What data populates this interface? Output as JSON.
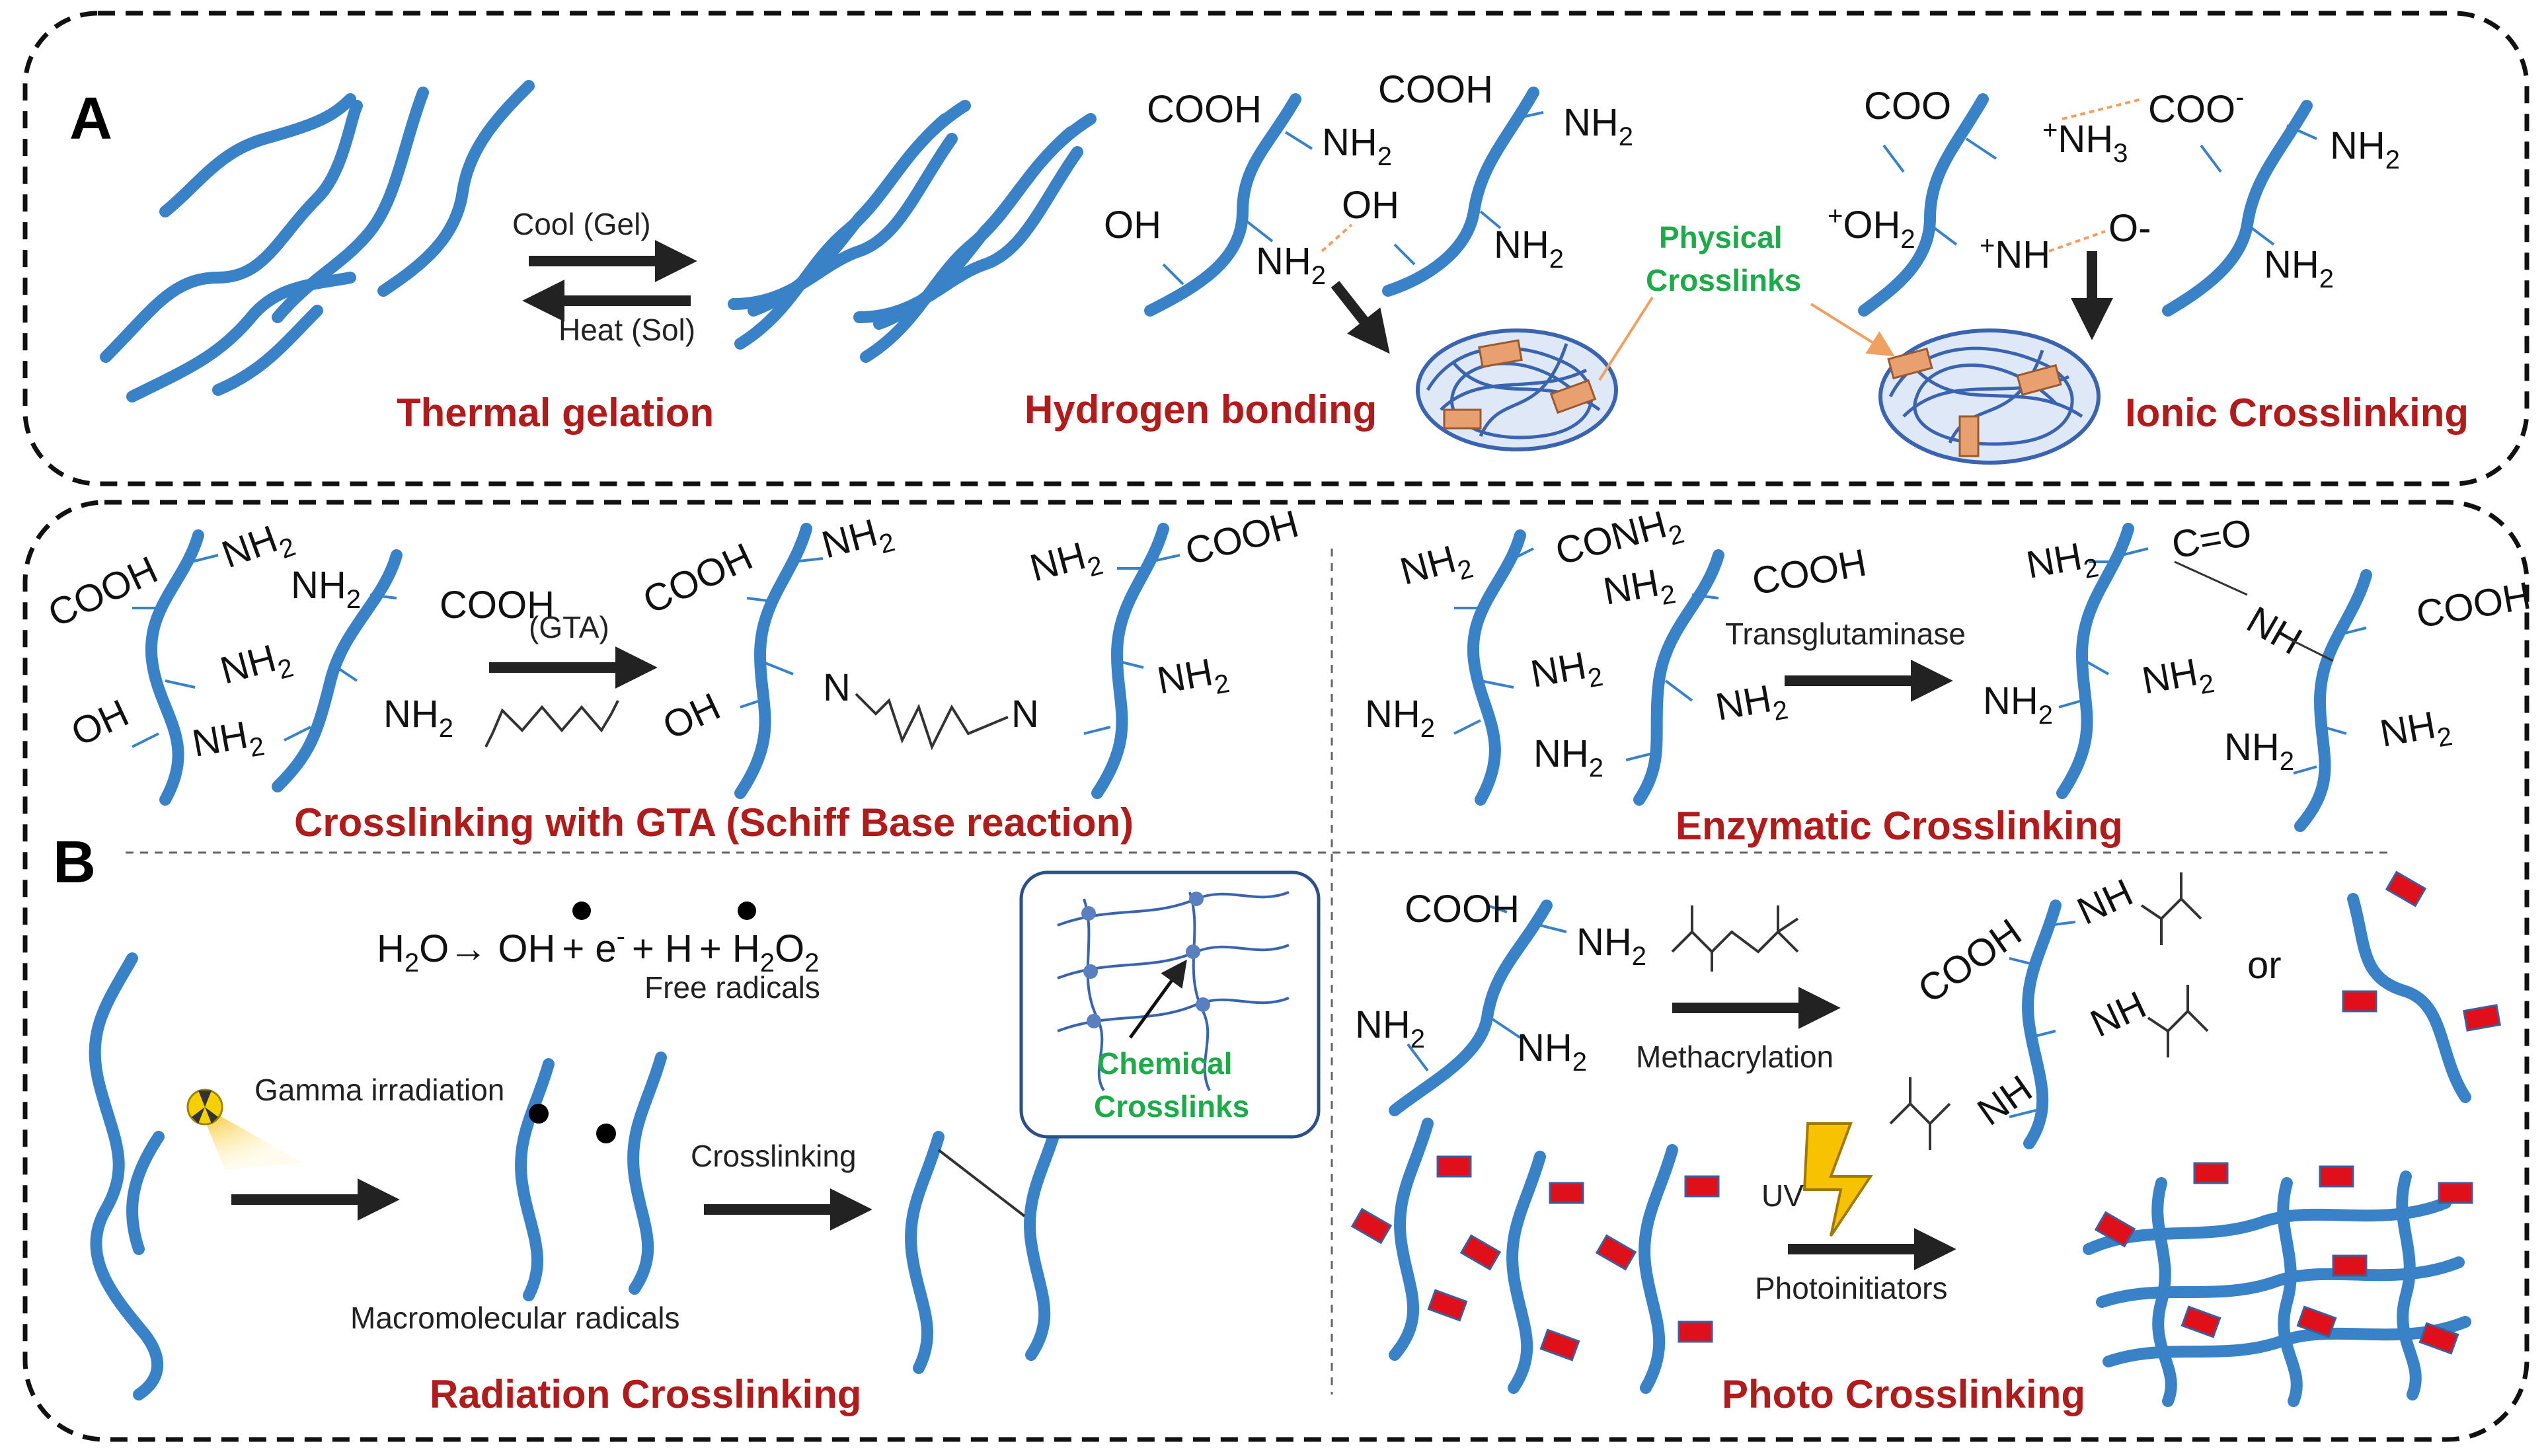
{
  "panels": {
    "a": "A",
    "b": "B"
  },
  "thermal": {
    "cool": "Cool (Gel)",
    "heat": "Heat (Sol)",
    "title": "Thermal gelation"
  },
  "hbond": {
    "cooh1": "COOH",
    "nh2_1": "NH",
    "oh1": "OH",
    "nh2_2": "NH",
    "oh2": "OH",
    "cooh2": "COOH",
    "nh2_3": "NH",
    "nh2_4": "NH",
    "title": "Hydrogen bonding"
  },
  "physical": {
    "line1": "Physical",
    "line2": "Crosslinks"
  },
  "ionic": {
    "coo": "COO",
    "nh3": "NH",
    "coo_minus": "COO",
    "nh2_1": "NH",
    "oh2": "OH",
    "nh_plus": "NH",
    "o_minus": "O-",
    "nh2_2": "NH",
    "title": "Ionic Crosslinking"
  },
  "gta": {
    "cooh1": "COOH",
    "nh2_1": "NH",
    "nh2_2": "NH",
    "cooh2": "COOH",
    "nh2_3": "NH",
    "oh1": "OH",
    "nh2_4": "NH",
    "nh2_5": "NH",
    "reagent": "(GTA)",
    "cooh3": "COOH",
    "nh2_6": "NH",
    "oh2": "OH",
    "n1": "N",
    "n2": "N",
    "nh2_7": "NH",
    "cooh4": "COOH",
    "nh2_8": "NH",
    "title": "Crosslinking with GTA (Schiff Base reaction)"
  },
  "enzymatic": {
    "nh2_1": "NH",
    "conh2": "CONH",
    "nh2_2": "NH",
    "cooh1": "COOH",
    "nh2_3": "NH",
    "nh2_4": "NH",
    "nh2_5": "NH",
    "nh2_6": "NH",
    "reagent": "Transglutaminase",
    "nh2_7": "NH",
    "co": "C=O",
    "nh": "NH",
    "cooh2": "COOH",
    "nh2_8": "NH",
    "nh2_9": "NH",
    "nh2_10": "NH",
    "nh2_11": "NH",
    "title": "Enzymatic Crosslinking"
  },
  "radiation": {
    "h2o": "H",
    "oh": "OH",
    "e": "+ e",
    "h": "+ H",
    "h2o2": "+ H",
    "free_radicals": "Free radicals",
    "gamma": "Gamma irradiation",
    "crosslinking": "Crosslinking",
    "macro": "Macromolecular radicals",
    "title": "Radiation Crosslinking"
  },
  "chemical": {
    "line1": "Chemical",
    "line2": "Crosslinks"
  },
  "photo": {
    "cooh1": "COOH",
    "nh2_1": "NH",
    "nh2_2": "NH",
    "nh2_3": "NH",
    "methacrylation": "Methacrylation",
    "cooh2": "COOH",
    "nh1": "NH",
    "nh2": "NH",
    "nh3": "NH",
    "or": "or",
    "uv": "UV",
    "photoinit": "Photoinitiators",
    "title": "Photo Crosslinking"
  },
  "colors": {
    "chain": "#3a82c8",
    "title_red": "#b01c1c",
    "green": "#1faa4a",
    "marker_red": "#e0101a"
  }
}
